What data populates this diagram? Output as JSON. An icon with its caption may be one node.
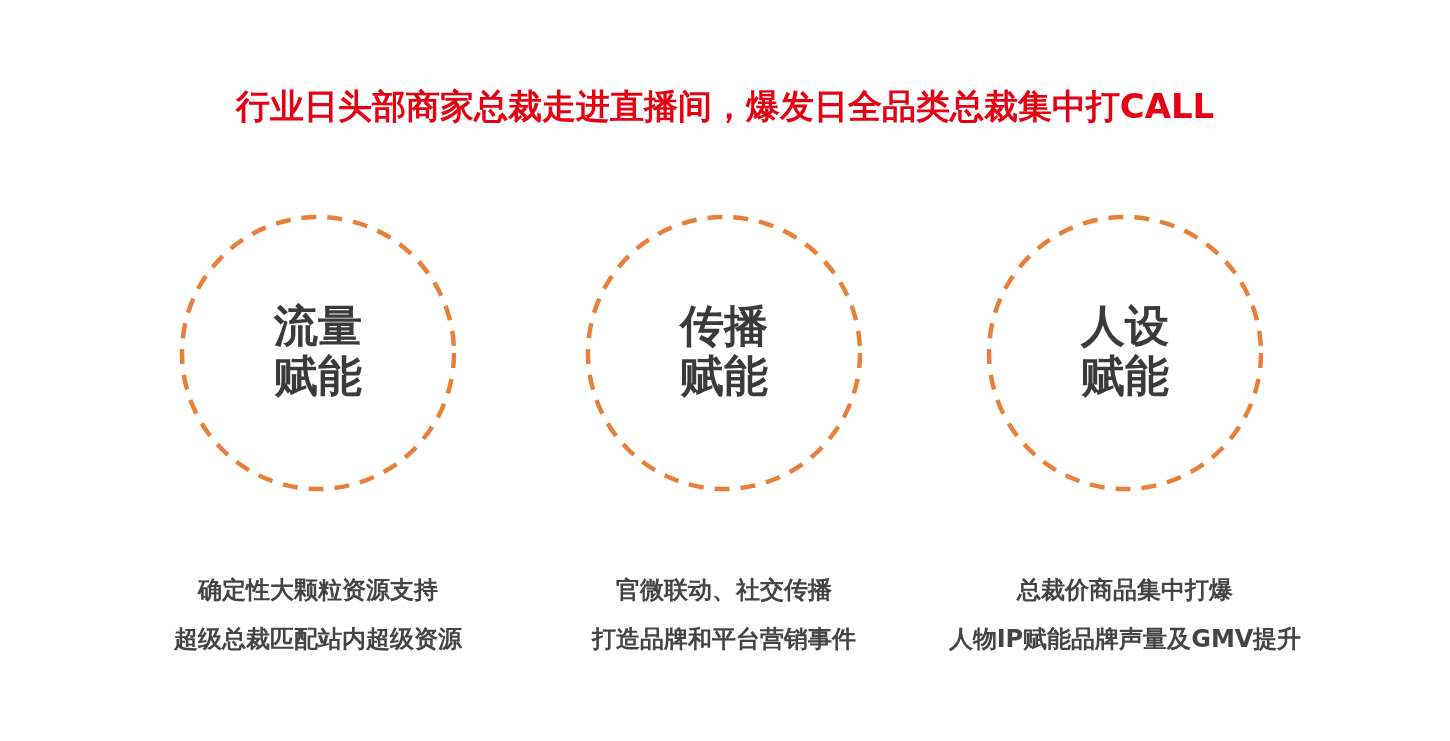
{
  "diagram": {
    "title": "行业日头部商家总裁走进直播间，爆发日全品类总裁集中打CALL",
    "nodes": [
      {
        "text": [
          "流量赋能"
        ],
        "beside": [
          "确定性大颗粒资源支持",
          "超级总裁匹配站内超级资源"
        ]
      },
      {
        "text": [
          "传播赋能"
        ],
        "beside": [
          "官微联动、社交传播",
          "打造品牌和平台营销事件"
        ]
      },
      {
        "text": [
          "人设赋能"
        ],
        "beside": [
          "总裁价商品集中打爆",
          "人物IP赋能品牌声量及GMV提升"
        ]
      }
    ]
  }
}
